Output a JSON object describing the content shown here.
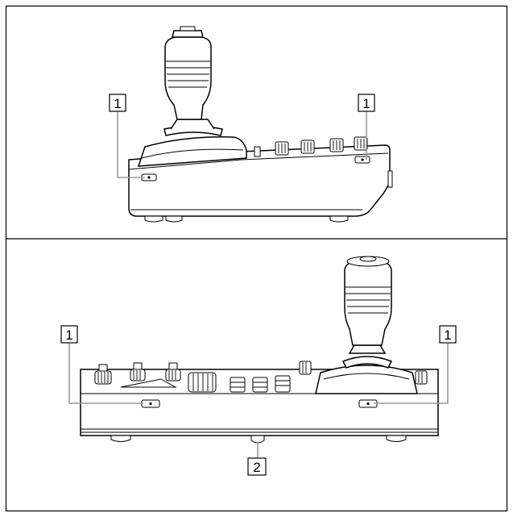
{
  "callouts": {
    "side_left": "1",
    "side_right": "1",
    "front_left": "1",
    "front_right": "1",
    "front_bottom": "2"
  }
}
